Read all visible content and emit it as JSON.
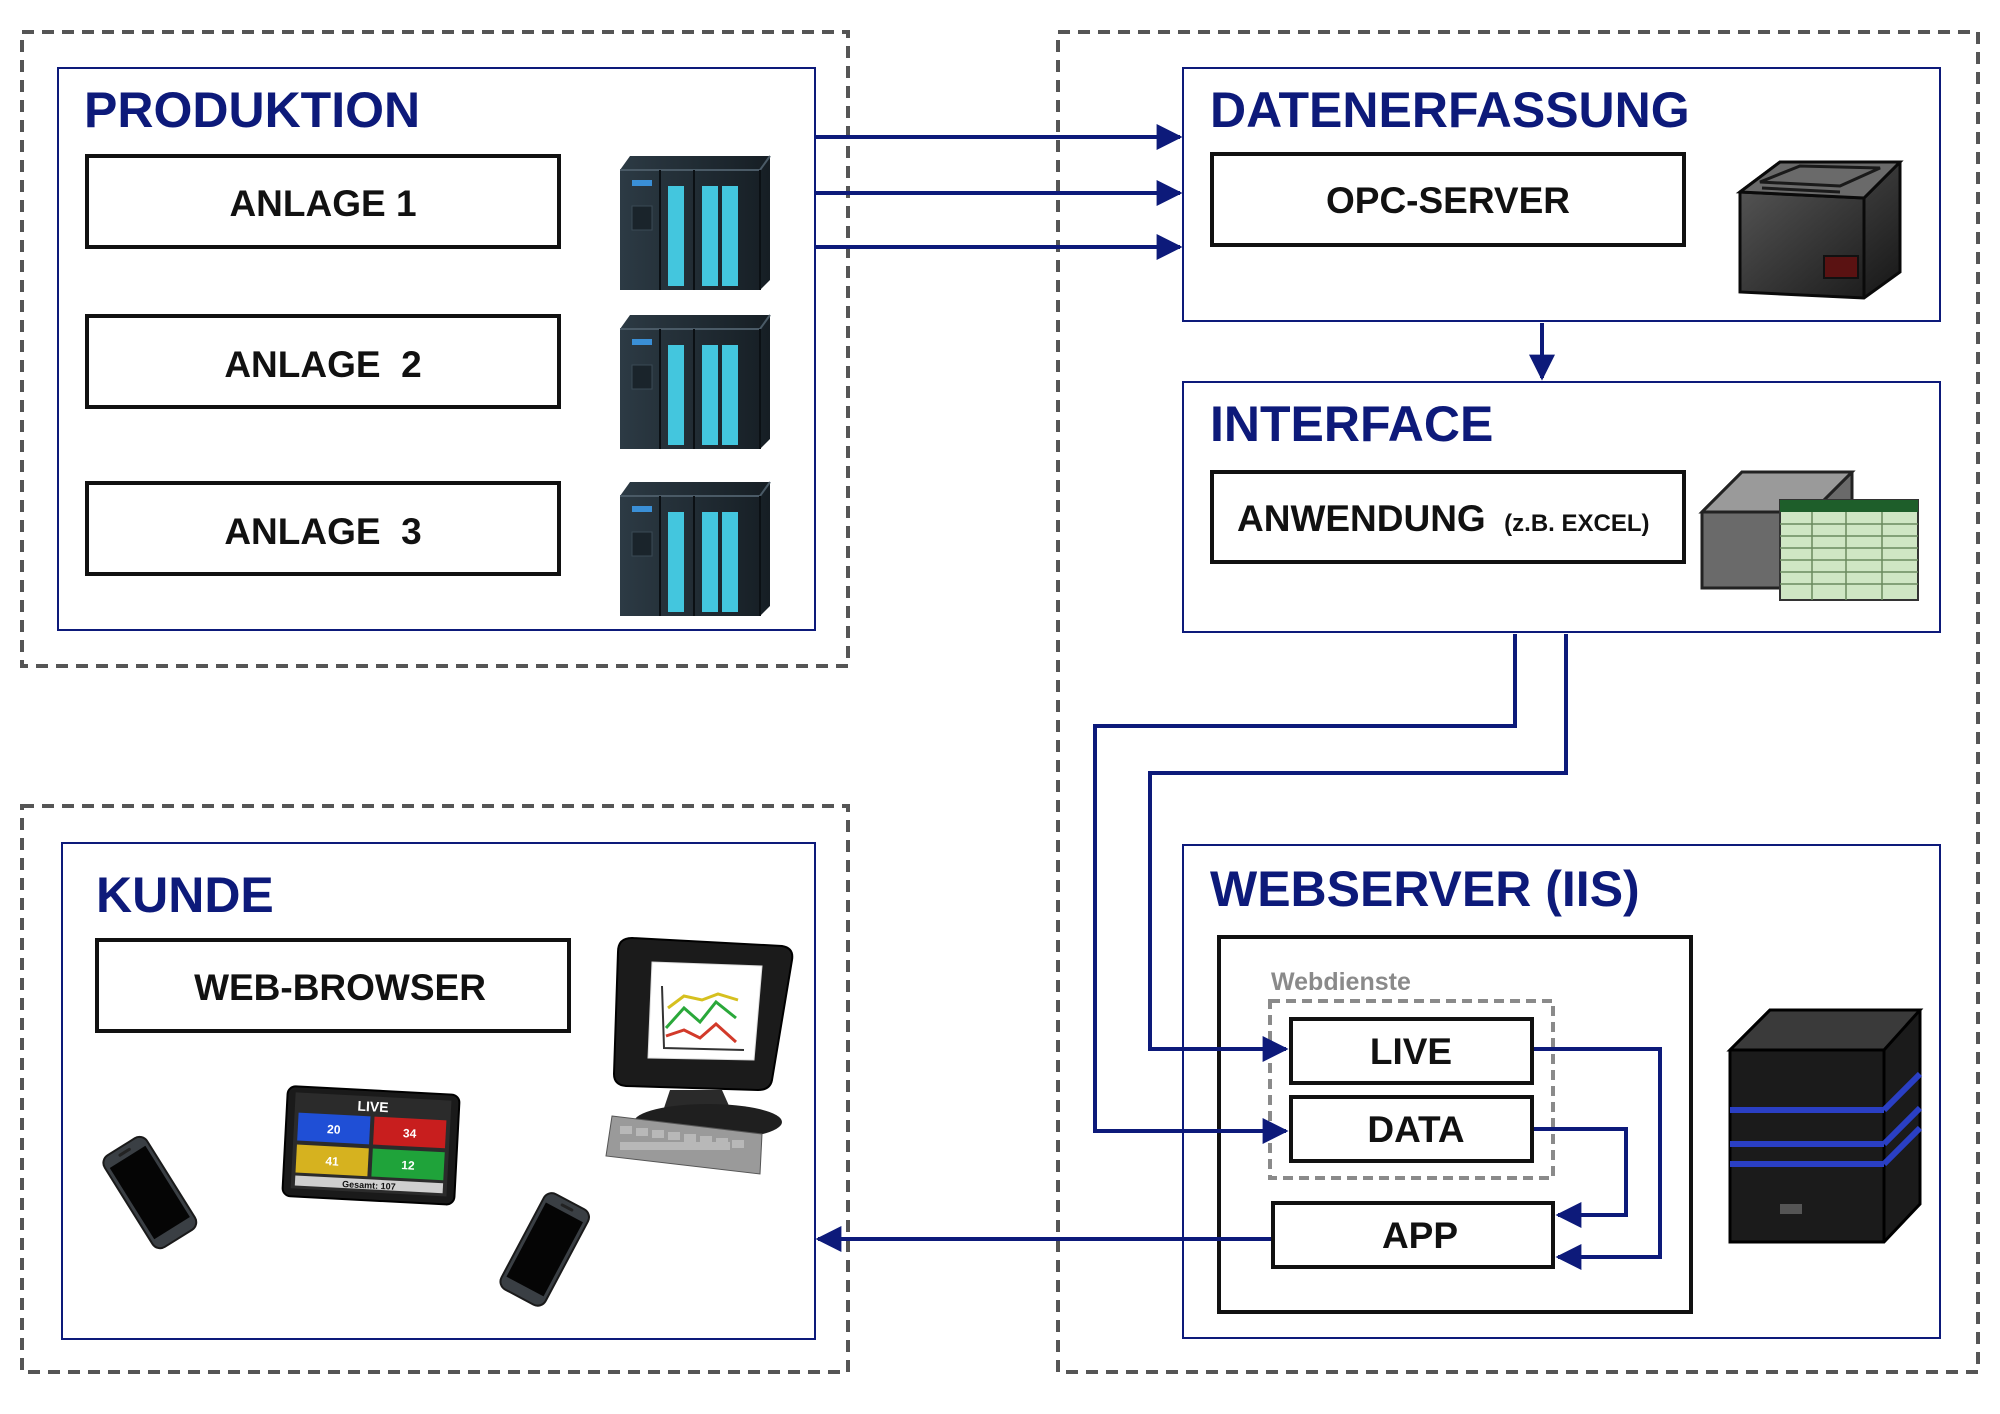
{
  "produktion": {
    "title": "PRODUKTION",
    "anlagen": [
      "ANLAGE 1",
      "ANLAGE  2",
      "ANLAGE  3"
    ]
  },
  "datenerfassung": {
    "title": "DATENERFASSUNG",
    "server_label": "OPC-SERVER"
  },
  "interface": {
    "title": "INTERFACE",
    "app_label": "ANWENDUNG",
    "app_note": "(z.B. EXCEL)"
  },
  "webserver": {
    "title": "WEBSERVER (IIS)",
    "group_label": "Webdienste",
    "services": [
      "LIVE",
      "DATA"
    ],
    "app_label": "APP"
  },
  "kunde": {
    "title": "KUNDE",
    "browser_label": "WEB-BROWSER",
    "tablet": {
      "title": "LIVE",
      "tiles": [
        "20",
        "34",
        "41",
        "12"
      ],
      "total": "Gesamt: 107"
    }
  },
  "colors": {
    "navy": "#0d1a7a",
    "dash": "#555555",
    "tile_blue": "#1f4fd6",
    "tile_red": "#c81e1e",
    "tile_yellow": "#d6b21f",
    "tile_green": "#1fa33a"
  }
}
